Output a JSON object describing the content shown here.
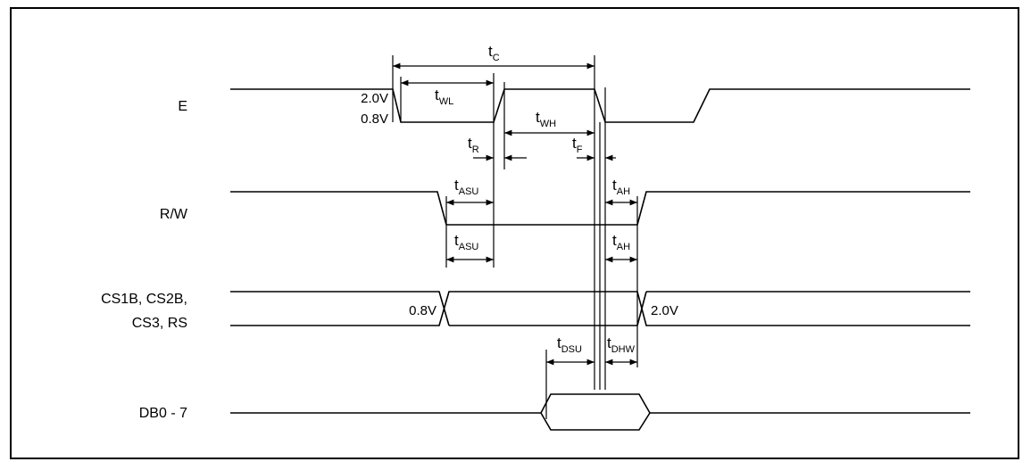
{
  "signals": {
    "e": "E",
    "rw": "R/W",
    "cs_line1": "CS1B, CS2B,",
    "cs_line2": "CS3, RS",
    "db": "DB0 - 7"
  },
  "thresholds": {
    "e_high": "2.0V",
    "e_low": "0.8V",
    "cs_low": "0.8V",
    "cs_high": "2.0V"
  },
  "timing": {
    "tc": {
      "t": "t",
      "sub": "C"
    },
    "twl": {
      "t": "t",
      "sub": "WL"
    },
    "twh": {
      "t": "t",
      "sub": "WH"
    },
    "tr": {
      "t": "t",
      "sub": "R"
    },
    "tf": {
      "t": "t",
      "sub": "F"
    },
    "tasu1": {
      "t": "t",
      "sub": "ASU"
    },
    "tah1": {
      "t": "t",
      "sub": "AH"
    },
    "tasu2": {
      "t": "t",
      "sub": "ASU"
    },
    "tah2": {
      "t": "t",
      "sub": "AH"
    },
    "tdsu": {
      "t": "t",
      "sub": "DSU"
    },
    "tdhw": {
      "t": "t",
      "sub": "DHW"
    }
  }
}
